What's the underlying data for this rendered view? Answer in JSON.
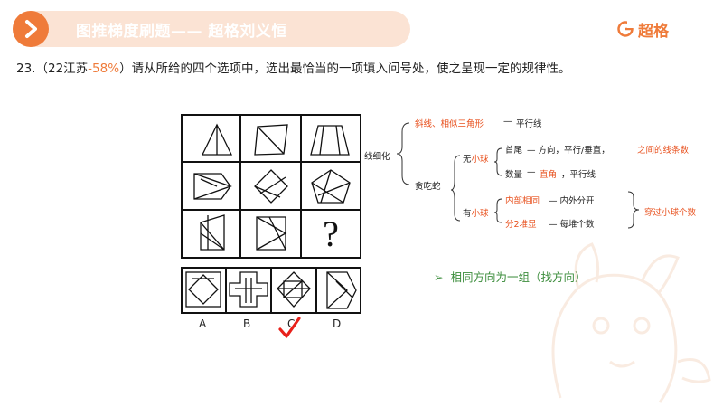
{
  "header": {
    "title": "图推梯度刷题—— 超格刘义恒",
    "brand": "超格",
    "nav_icon": "chevron-right-icon",
    "brand_icon": "brand-g-icon"
  },
  "question": {
    "number": "23.",
    "source_prefix": "（22江苏",
    "percent": "-58%",
    "source_suffix": "）",
    "text": "请从所给的四个选项中，选出最恰当的一项填入问号处，使之呈现一定的规律性。"
  },
  "puzzle": {
    "question_mark": "?",
    "options": [
      "A",
      "B",
      "C",
      "D"
    ],
    "answer": "C"
  },
  "notes": {
    "root": "线细化",
    "b1": "斜线、相似三角形",
    "b1_dash": "—",
    "b1_result": "平行线",
    "b2": "贪吃蛇",
    "no_ball_prefix": "无",
    "no_ball_hl": "小球",
    "head_tail": "首尾",
    "head_tail_rule": "— 方向，平行/垂直，",
    "head_tail_hl": "之间的线条数",
    "count": "数量",
    "count_dash": "—",
    "count_hl": "直角",
    "count_rest": "，平行线",
    "has_ball_prefix": "有",
    "has_ball_hl": "小球",
    "inner_same": "内部相同",
    "inner_rule": "— 内外分开",
    "split_two": "分2堆显",
    "split_rule": "— 每堆个数",
    "cross_ball": "穿过小球个数"
  },
  "bullet": {
    "marker": "➢",
    "text": "相同方向为一组（找方向）"
  }
}
